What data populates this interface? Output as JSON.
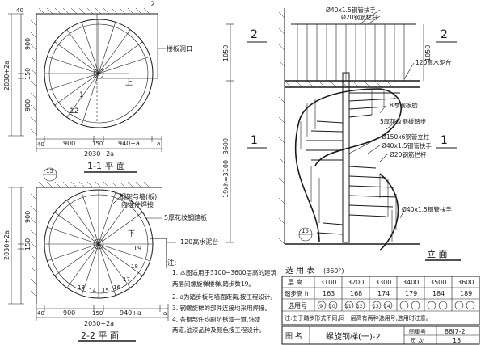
{
  "plan_1": {
    "title": "1-1 平 面",
    "label_opening": "楼板洞口",
    "label_up": "上",
    "step_first": "1",
    "step_last": "12",
    "dim_900_top": "900",
    "dim_900_left": "900",
    "dim_150": "150",
    "dim_2030_left": "2030+2a",
    "dim_40_top": "40",
    "dim_40_bottom": "40",
    "dim_900_bottom": "900",
    "dim_150_bottom": "150",
    "dim_940": "940+a",
    "dim_a": "a",
    "dim_2030_bottom": "2030+2a",
    "section_mark": "2"
  },
  "plan_2": {
    "title": "2-2 平 面",
    "callout_num": "15",
    "label_wall": "钢架与墙(板)",
    "label_wall2": "内埋件焊接",
    "label_tread": "5厚花纹钢踏板",
    "label_down": "下",
    "label_concrete": "120高水泥台",
    "step_first": "1",
    "step_last": "19",
    "steps_mid": [
      "13",
      "14",
      "15",
      "16",
      "17",
      "18"
    ],
    "dim_900_left": "900",
    "dim_150": "150",
    "dim_2030_left": "2030+2a",
    "dim_40": "40",
    "dim_900_bottom": "900",
    "dim_150_bottom": "150",
    "dim_940": "940+a",
    "dim_a": "a",
    "dim_2030_bottom": "2030+2a"
  },
  "elevation": {
    "title": "立 面",
    "labels": [
      "Ø40x1.5钢管扶手",
      "Ø20钢筋栏杆",
      "120高水泥台",
      "8厚钢板肋",
      "5厚花纹钢板踏步",
      "Ø150x6钢管立柱",
      "Ø40x1.5钢管扶手",
      "Ø20钢筋栏杆",
      "Ø40x1.5钢管扶手"
    ],
    "dim_1050_left": "1050",
    "dim_1050_right": "1050",
    "dim_height": "19xh=3100~3600",
    "section_top_left": "2",
    "section_top_right": "2",
    "section_mid_left": "1",
    "section_mid_right": "1",
    "callout_num": "15"
  },
  "notes": {
    "heading": "注:",
    "items": [
      "1. 本图适用于3100~3600层高的建筑",
      "   两层间螺旋梯楼梯,踏步数19。",
      "2. a为踏步板与墙面距离,按工程设计。",
      "3. 钢螺旋梯的部件连接均采用焊接。",
      "4. 各钢部件均刷防锈漆一道,油漆",
      "   两道,油漆品种及颜色按工程设计。"
    ]
  },
  "selection_table": {
    "title": "选 用 表",
    "subtitle": "(360°)",
    "row_labels": [
      "层 高",
      "踏步高 h",
      "选用号"
    ],
    "heights": [
      "3100",
      "3200",
      "3300",
      "3400",
      "3500",
      "3600"
    ],
    "step_heights": [
      "163",
      "168",
      "174",
      "179",
      "184",
      "189"
    ],
    "codes": [
      "9",
      "10",
      "11",
      "12",
      "13",
      "14"
    ],
    "note": "注:由于踏步形式不同,同一层高有两种选用号,选用时注意。"
  },
  "title_block": {
    "label_name": "图 名",
    "drawing_name": "螺旋钢梯(一)-2",
    "label_atlas": "图集号",
    "atlas_no": "88J7-2",
    "label_page": "页 次",
    "page_no": "13"
  }
}
